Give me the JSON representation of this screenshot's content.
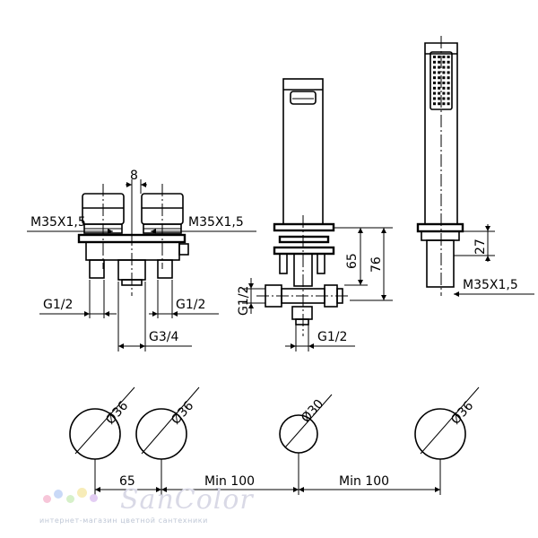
{
  "left_unit": {
    "gap_dim": "8",
    "thread_left": "M35X1,5",
    "thread_right": "M35X1,5",
    "pipe_left": "G1/2",
    "pipe_right": "G1/2",
    "pipe_bottom": "G3/4"
  },
  "spout_unit": {
    "dim_65": "65",
    "dim_76": "76",
    "pipe_side": "G1/2",
    "pipe_bottom": "G1/2"
  },
  "handshower_unit": {
    "dim_27": "27",
    "thread": "M35X1,5"
  },
  "holes": {
    "d1": "Ø36",
    "d2": "Ø36",
    "d3": "Ø30",
    "d4": "Ø36",
    "spacing_1": "65",
    "spacing_2": "Min 100",
    "spacing_3": "Min 100"
  },
  "watermark": {
    "brand": "SanColor",
    "tagline": "интернет-магазин цветной сантехники",
    "dot_colors": [
      "#f7c6d9",
      "#c9d9f7",
      "#d6f0c9",
      "#f7ecb8",
      "#e3cdf3"
    ]
  }
}
